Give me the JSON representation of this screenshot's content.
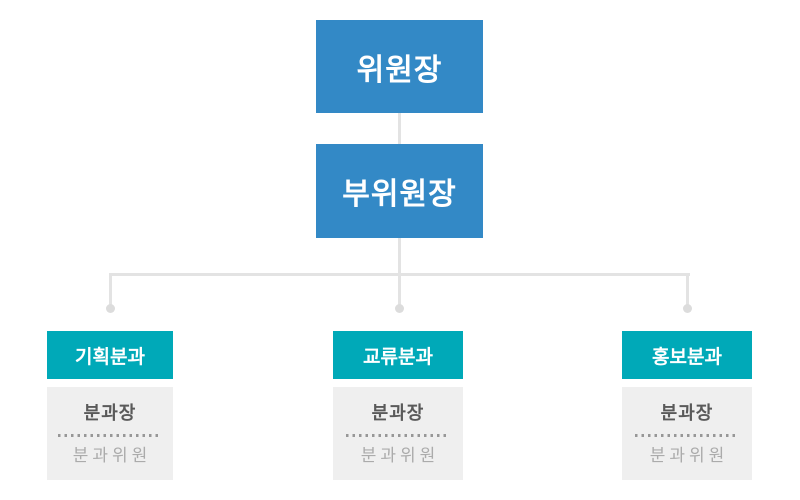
{
  "org_chart": {
    "chairman_label": "위원장",
    "vice_chairman_label": "부위원장",
    "branches": [
      {
        "title": "기획분과",
        "head": "분과장",
        "member": "분과위원"
      },
      {
        "title": "교류분과",
        "head": "분과장",
        "member": "분과위원"
      },
      {
        "title": "홍보분과",
        "head": "분과장",
        "member": "분과위원"
      }
    ],
    "colors": {
      "blue_node": "#3389c6",
      "teal_header": "#00a9b8",
      "body_background": "#efefef",
      "connector_line": "#e3e3e3",
      "connector_dot": "#dcdcdc",
      "head_text": "#5a5a5a",
      "member_text": "#ababab",
      "divider_dots": "#979797"
    }
  }
}
